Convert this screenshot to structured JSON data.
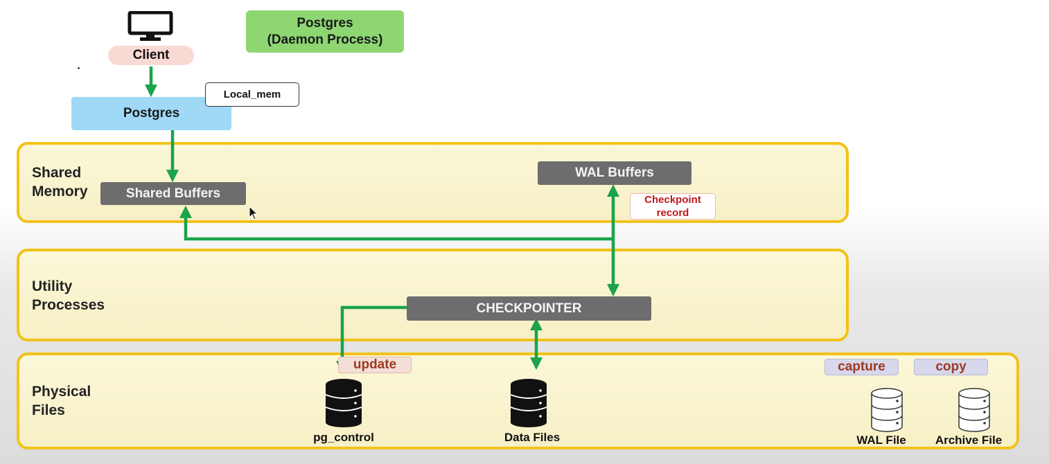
{
  "client": {
    "label": "Client",
    "icon": "monitor-icon"
  },
  "daemon": {
    "title": "Postgres",
    "subtitle": "(Daemon Process)",
    "color": "#8dd672"
  },
  "backend": {
    "label": "Postgres",
    "color": "#9fd9f5"
  },
  "local_mem": {
    "label": "Local_mem"
  },
  "shared_memory": {
    "label": "Shared\nMemory",
    "shared_buffers": "Shared Buffers",
    "wal_buffers": "WAL Buffers",
    "checkpoint_record": "Checkpoint\nrecord"
  },
  "utility_processes": {
    "label": "Utility\nProcesses",
    "checkpointer": "CHECKPOINTER"
  },
  "physical_files": {
    "label": "Physical\nFiles",
    "update_tag": "update",
    "capture_tag": "capture",
    "copy_tag": "copy",
    "files": [
      {
        "label": "pg_control",
        "icon": "database-icon"
      },
      {
        "label": "Data Files",
        "icon": "database-icon"
      },
      {
        "label": "WAL File",
        "icon": "database-outline-icon"
      },
      {
        "label": "Archive File",
        "icon": "database-outline-icon"
      }
    ]
  },
  "colors": {
    "arrow": "#1aa34a",
    "band_border": "#f2c21a",
    "band_fill": "#f8f2cc",
    "process_box": "#6d6d6d",
    "checkpoint_text": "#c0161c",
    "tag_text": "#9b3a22"
  }
}
